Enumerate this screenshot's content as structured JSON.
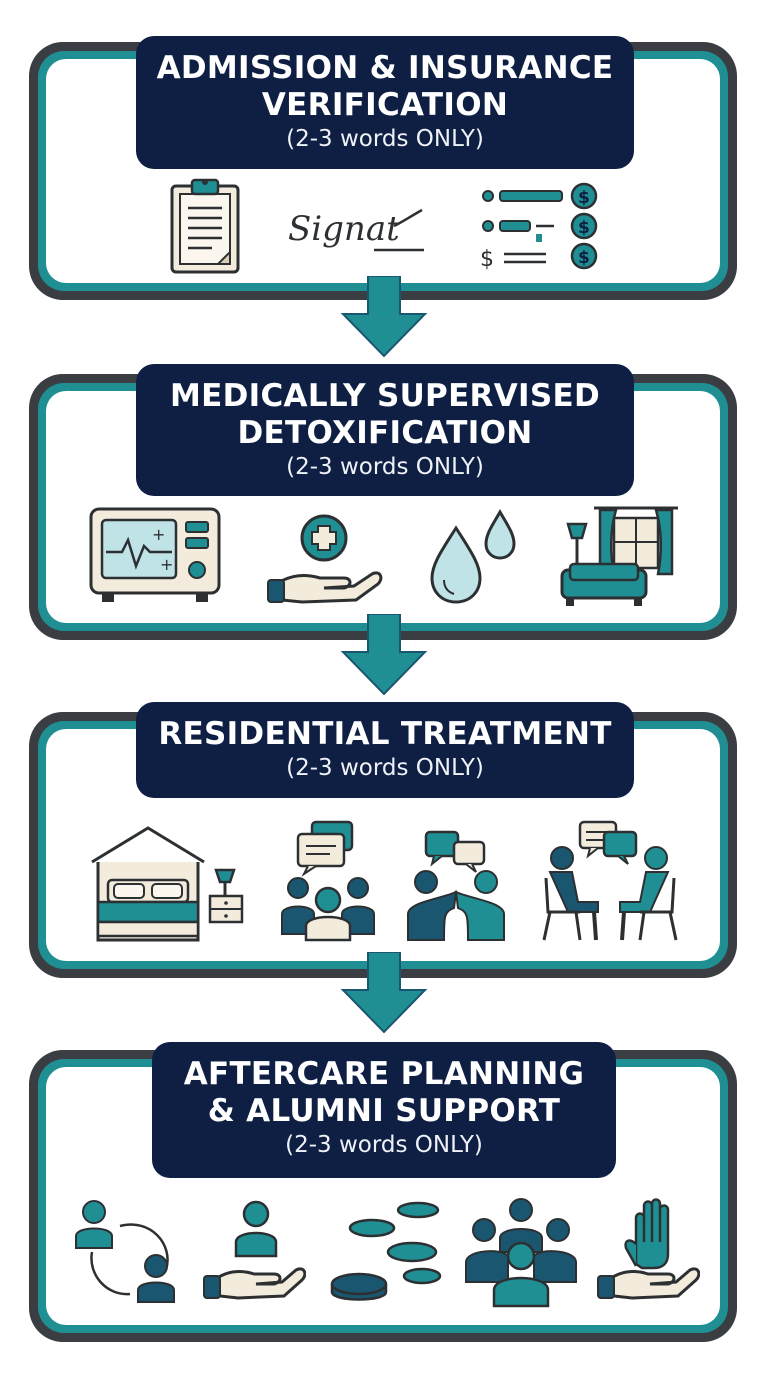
{
  "stages": [
    {
      "title_lines": [
        "ADMISSION & INSURANCE",
        "VERIFICATION"
      ],
      "subtitle": "(2-3 words ONLY)",
      "icons": [
        "clipboard-icon",
        "signature-icon",
        "billing-list-icon"
      ],
      "signature_text": "Signat"
    },
    {
      "title_lines": [
        "MEDICALLY SUPERVISED",
        "DETOXIFICATION"
      ],
      "subtitle": "(2-3 words ONLY)",
      "icons": [
        "heart-monitor-icon",
        "hand-medical-cross-icon",
        "water-drops-icon",
        "living-room-icon"
      ]
    },
    {
      "title_lines": [
        "RESIDENTIAL TREATMENT"
      ],
      "subtitle": "(2-3 words ONLY)",
      "icons": [
        "bedroom-icon",
        "group-chat-icon",
        "peer-support-icon",
        "counseling-session-icon"
      ]
    },
    {
      "title_lines": [
        "AFTERCARE PLANNING",
        "& ALUMNI SUPPORT"
      ],
      "subtitle": "(2-3 words ONLY)",
      "icons": [
        "referral-cycle-icon",
        "hand-person-icon",
        "coins-icon",
        "community-group-icon",
        "hand-raised-icon"
      ]
    }
  ],
  "billing_symbol": "$",
  "colors": {
    "navy": "#0f1f44",
    "teal": "#1f8f94",
    "dark_teal": "#1b5670",
    "outline": "#3a3d41",
    "cream": "#f3ecdc",
    "light_aqua": "#bfe3e6"
  }
}
